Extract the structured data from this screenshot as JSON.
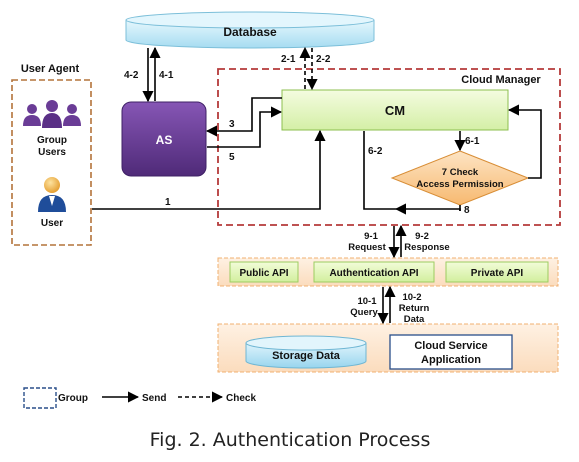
{
  "nodes": {
    "database": "Database",
    "user_agent": "User Agent",
    "group_users": [
      "Group",
      "Users"
    ],
    "user": "User",
    "as": "AS",
    "cloud_manager": "Cloud Manager",
    "cm": "CM",
    "check": [
      "7  Check",
      "Access Permission"
    ],
    "public_api": "Public API",
    "auth_api": "Authentication API",
    "private_api": "Private API",
    "storage_data": "Storage Data",
    "cloud_service_app": [
      "Cloud Service",
      "Application"
    ]
  },
  "edge_labels": {
    "e1": "1",
    "e2_1": "2-1",
    "e2_2": "2-2",
    "e3": "3",
    "e4_1": "4-1",
    "e4_2": "4-2",
    "e5": "5",
    "e6_1": "6-1",
    "e6_2": "6-2",
    "e8": "8",
    "e9_1": [
      "9-1",
      "Request"
    ],
    "e9_2": [
      "9-2",
      "Response"
    ],
    "e10_1": [
      "10-1",
      "Query"
    ],
    "e10_2": [
      "10-2",
      "Return",
      "Data"
    ]
  },
  "legend": {
    "group": "Group",
    "send": "Send",
    "check": "Check"
  },
  "caption": "Fig. 2. Authentication Process",
  "colors": {
    "cm_fill": "#e6f7c4",
    "as_fill": "#6a3c96",
    "db_fill": "#bfe7f6",
    "check_fill": "#fbd4a2",
    "api_fill": "#e8f8c2",
    "band_fill": "#fde6cf",
    "dashed_red": "#b53a3a",
    "dashed_brown": "#b4733a"
  }
}
